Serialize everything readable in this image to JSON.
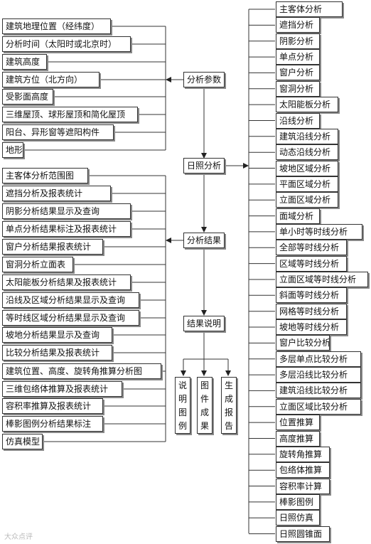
{
  "diagram": {
    "center": {
      "params": "分析参数",
      "sunlight": "日照分析",
      "results": "分析结果",
      "explain": "结果说明"
    },
    "left_top": [
      "建筑地理位置（经纬度）",
      "分析时间（太阳时或北京时）",
      "建筑高度",
      "建筑方位（北方向）",
      "受影面高度",
      "三维屋顶、球形屋顶和简化屋顶",
      "阳台、异形窗等遮阳构件",
      "地形"
    ],
    "left_bottom": [
      "主客体分析范围图",
      "遮挡分析及报表统计",
      "阴影分析结果显示及查询",
      "单点分析结果标注及报表统计",
      "窗户分析结果报表统计",
      "窗洞分析立面表",
      "太阳能板分析结果及报表统计",
      "沿线及区域分析结果显示及查询",
      "等时线区域分析结果显示及查询",
      "坡地分析结果显示及查询",
      "比较分析结果及报表统计",
      "建筑位置、高度、旋转角推算分析图",
      "三维包络体推算及报表统计",
      "容积率推算及报表统计",
      "棒影图例分析结果标注",
      "仿真模型"
    ],
    "right": [
      "主客体分析",
      "遮挡分析",
      "阴影分析",
      "单点分析",
      "窗户分析",
      "窗洞分析",
      "太阳能板分析",
      "沿线分析",
      "建筑沿线分析",
      "动态沿线分析",
      "坡地区域分析",
      "平面区域分析",
      "立面区域分析",
      "面域分析",
      "单小时等时线分析",
      "全部等时线分析",
      "区域等时线分析",
      "立面区域等时线分析",
      "斜面等时线分析",
      "网格等时线分析",
      "坡地等时线分析",
      "窗户比较分析",
      "多层单点比较分析",
      "多层沿线比较分析",
      "建筑沿线比较分析",
      "立面区域比较分析",
      "位置推算",
      "高度推算",
      "旋转角推算",
      "包络体推算",
      "容积率计算",
      "棒影图例",
      "日照仿真",
      "日照圆锥面"
    ],
    "outputs": [
      "说明图例",
      "图件成果",
      "生成报告"
    ]
  },
  "watermark": "大众点评"
}
